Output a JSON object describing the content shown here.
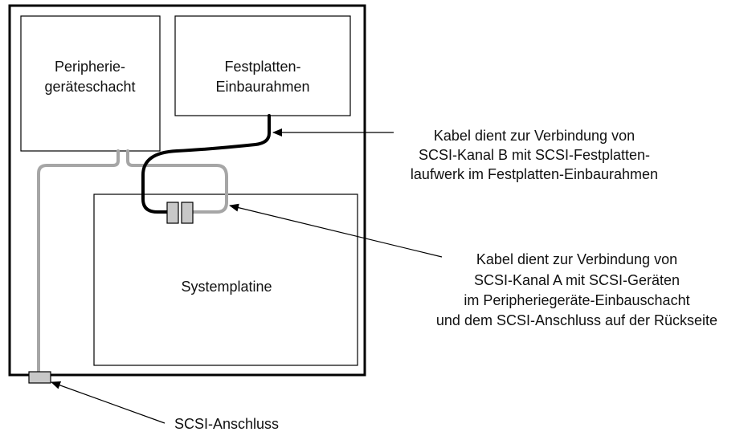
{
  "boxes": {
    "peripheral_bay": {
      "line1": "Peripherie-",
      "line2": "geräteschacht"
    },
    "drive_cage": {
      "line1": "Festplatten-",
      "line2": "Einbaurahmen"
    },
    "system_board": {
      "label": "Systemplatine"
    }
  },
  "callouts": {
    "channel_b": {
      "lines": [
        "Kabel dient zur Verbindung von",
        "SCSI-Kanal B mit SCSI-Festplatten-",
        "laufwerk im Festplatten-Einbaurahmen"
      ]
    },
    "channel_a": {
      "lines": [
        "Kabel dient zur Verbindung von",
        "SCSI-Kanal A mit SCSI-Geräten",
        "im Peripheriegeräte-Einbauschacht",
        "und dem SCSI-Anschluss auf der Rückseite"
      ]
    },
    "scsi_port": {
      "label": "SCSI-Anschluss"
    }
  },
  "colors": {
    "outline": "#000000",
    "cable_a": "#a6a6a6",
    "cable_b": "#000000",
    "connector_fill": "#c8c8c8"
  }
}
